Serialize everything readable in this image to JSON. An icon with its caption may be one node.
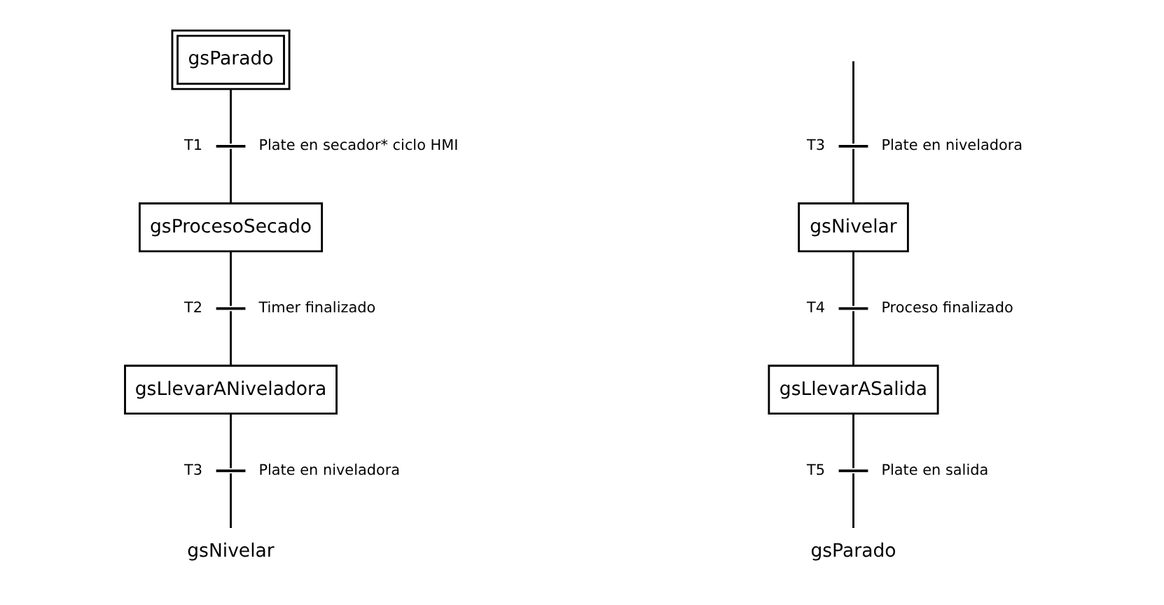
{
  "diagram": {
    "nodes": [
      {
        "text": [
          "gsParado"
        ]
      },
      {
        "text": [],
        "shape": "bar",
        "beside": [
          "T1",
          "Plate en secador* ciclo HMI"
        ]
      },
      {
        "text": [
          "gsProcesoSecado"
        ]
      },
      {
        "text": [],
        "shape": "bar",
        "beside": [
          "T2",
          "Timer finalizado"
        ]
      },
      {
        "text": [
          "gsLlevarANiveladora"
        ]
      },
      {
        "text": [],
        "shape": "bar",
        "beside": [
          "T3",
          "Plate en niveladora"
        ]
      },
      {
        "text": [
          "gsNivelar"
        ]
      },
      {
        "text": [],
        "shape": "bar",
        "beside": [
          "T3",
          "Plate en niveladora"
        ]
      },
      {
        "text": [
          "gsNivelar"
        ]
      },
      {
        "text": [],
        "shape": "bar",
        "beside": [
          "T4",
          "Proceso finalizado"
        ]
      },
      {
        "text": [
          "gsLlevarASalida"
        ]
      },
      {
        "text": [],
        "shape": "bar",
        "beside": [
          "T5",
          "Plate en salida"
        ]
      },
      {
        "text": [
          "gsParado"
        ]
      }
    ],
    "edges": [
      {
        "from": 0,
        "to": 1,
        "arrow": "none"
      },
      {
        "from": 1,
        "to": 2,
        "arrow": "none"
      },
      {
        "from": 2,
        "to": 3,
        "arrow": "none"
      },
      {
        "from": 3,
        "to": 4,
        "arrow": "none"
      },
      {
        "from": 4,
        "to": 5,
        "arrow": "none"
      },
      {
        "from": 5,
        "to": 6,
        "arrow": "none"
      },
      {
        "from": null,
        "to": 7,
        "arrow": "none"
      },
      {
        "from": 7,
        "to": 8,
        "arrow": "none"
      },
      {
        "from": 8,
        "to": 9,
        "arrow": "none"
      },
      {
        "from": 9,
        "to": 10,
        "arrow": "none"
      },
      {
        "from": 10,
        "to": 11,
        "arrow": "none"
      },
      {
        "from": 11,
        "to": 12,
        "arrow": "none"
      }
    ]
  }
}
